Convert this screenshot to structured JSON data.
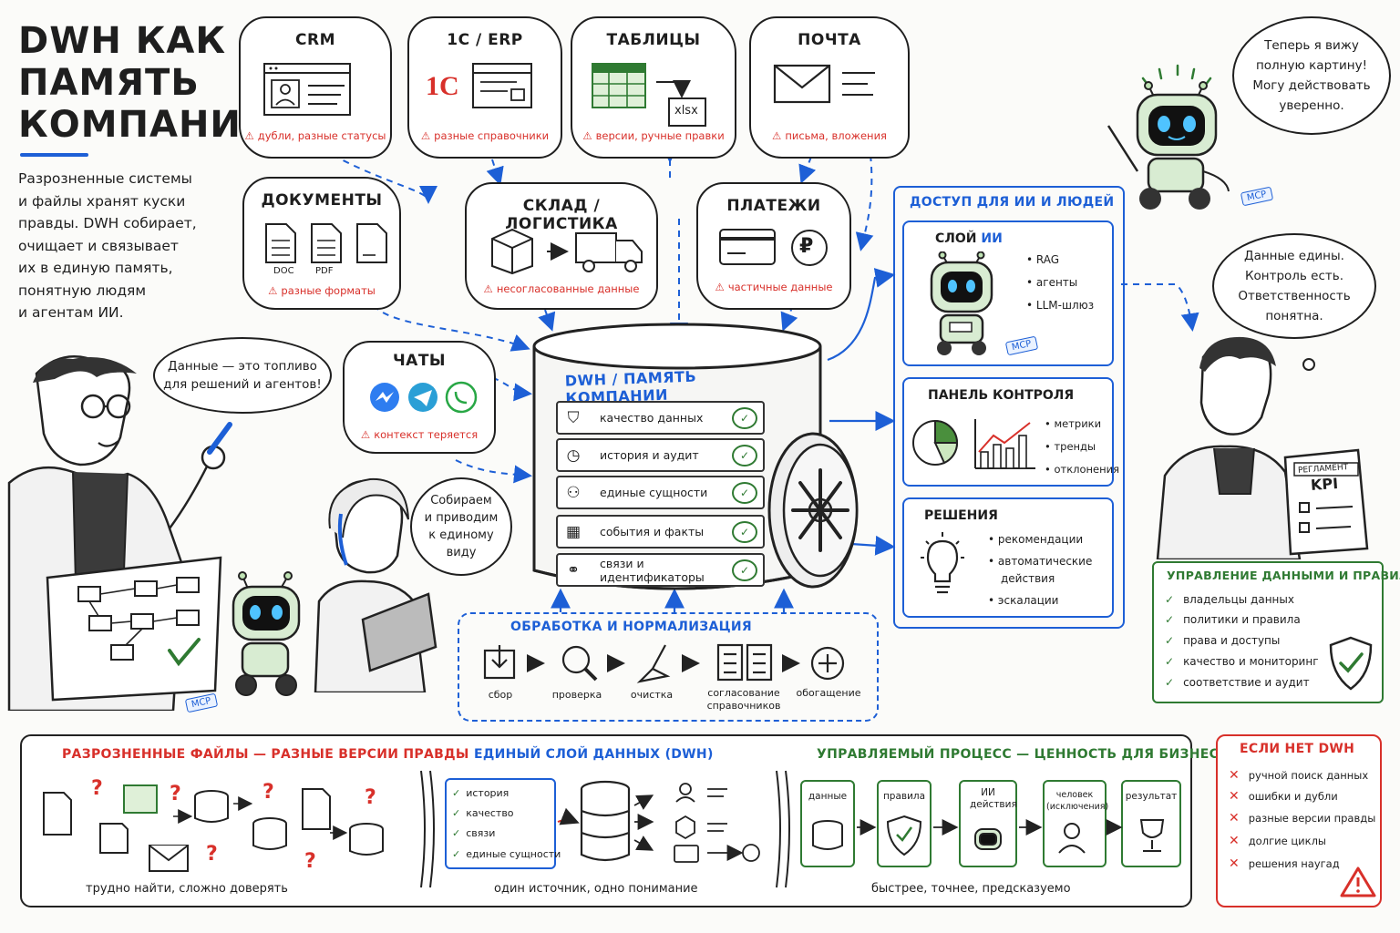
{
  "header": {
    "title_lines": [
      "DWH КАК",
      "ПАМЯТЬ",
      "КОМПАНИИ"
    ],
    "intro_lines": [
      "Разрозненные системы",
      "и файлы хранят куски",
      "правды. DWH собирает,",
      "очищает и связывает",
      "их в единую память,",
      "понятную людям",
      "и агентам ИИ."
    ]
  },
  "sources": {
    "crm": {
      "title": "CRM",
      "warning": "дубли, разные статусы"
    },
    "erp": {
      "title": "1С / ERP",
      "logo": "1С",
      "warning": "разные справочники"
    },
    "tables": {
      "title": "ТАБЛИЦЫ",
      "file": "xlsx",
      "warning": "версии, ручные правки"
    },
    "mail": {
      "title": "ПОЧТА",
      "warning": "письма, вложения"
    },
    "docs": {
      "title": "ДОКУМЕНТЫ",
      "doc": "DOC",
      "pdf": "PDF",
      "warning": "разные форматы"
    },
    "warehouse": {
      "title": "СКЛАД / ЛОГИСТИКА",
      "warning": "несогласованные данные"
    },
    "payments": {
      "title": "ПЛАТЕЖИ",
      "currency": "₽",
      "warning": "частичные данные"
    },
    "chats": {
      "title": "ЧАТЫ",
      "warning": "контекст теряется"
    }
  },
  "bubbles": {
    "engineer": [
      "Данные — это топливо",
      "для решений и агентов!"
    ],
    "analyst": [
      "Собираем",
      "и приводим",
      "к единому",
      "виду"
    ],
    "robot_top": [
      "Теперь я вижу",
      "полную картину!",
      "Могу действовать",
      "уверенно."
    ],
    "manager": [
      "Данные едины.",
      "Контроль есть.",
      "Ответственность",
      "понятна."
    ]
  },
  "dwh": {
    "title": "DWH / ПАМЯТЬ КОМПАНИИ",
    "rows": [
      "качество данных",
      "история и аудит",
      "единые сущности",
      "события и факты",
      "связи и идентификаторы"
    ]
  },
  "processing": {
    "title": "ОБРАБОТКА И НОРМАЛИЗАЦИЯ",
    "steps": [
      "сбор",
      "проверка",
      "очистка",
      "согласование справочников",
      "обогащение"
    ]
  },
  "access": {
    "title": "ДОСТУП ДЛЯ ИИ И ЛЮДЕЙ",
    "ai_layer": {
      "title": "СЛОЙ",
      "title_accent": "ИИ",
      "items": [
        "RAG",
        "агенты",
        "LLM-шлюз"
      ]
    },
    "control": {
      "title": "ПАНЕЛЬ КОНТРОЛЯ",
      "items": [
        "метрики",
        "тренды",
        "отклонения"
      ]
    },
    "decisions": {
      "title": "РЕШЕНИЯ",
      "items": [
        "рекомендации",
        "автоматические",
        "действия",
        "эскалации"
      ]
    }
  },
  "mcp_label": "MCP",
  "manager_docs": {
    "kpi": "KPI",
    "reglament": "РЕГЛАМЕНТ"
  },
  "governance": {
    "title": "УПРАВЛЕНИЕ ДАННЫМИ И ПРАВИЛА",
    "items": [
      "владельцы данных",
      "политики и правила",
      "права и доступы",
      "качество и мониторинг",
      "соответствие и аудит"
    ]
  },
  "bottom": {
    "chaos": {
      "title": "РАЗРОЗНЕННЫЕ ФАЙЛЫ — РАЗНЫЕ ВЕРСИИ ПРАВДЫ",
      "caption": "трудно найти, сложно доверять"
    },
    "unified": {
      "title": "ЕДИНЫЙ СЛОЙ ДАННЫХ (DWH)",
      "checks": [
        "история",
        "качество",
        "связи",
        "единые сущности"
      ],
      "caption": "один источник, одно понимание"
    },
    "process": {
      "title": "УПРАВЛЯЕМЫЙ ПРОЦЕСС — ЦЕННОСТЬ ДЛЯ БИЗНЕСА",
      "boxes": [
        "данные",
        "правила",
        "ИИ действия",
        "человек (исключения)",
        "результат"
      ],
      "caption": "быстрее, точнее, предсказуемо"
    }
  },
  "no_dwh": {
    "title": "ЕСЛИ НЕТ DWH",
    "items": [
      "ручной поиск данных",
      "ошибки и дубли",
      "разные версии правды",
      "долгие циклы",
      "решения наугад"
    ]
  }
}
